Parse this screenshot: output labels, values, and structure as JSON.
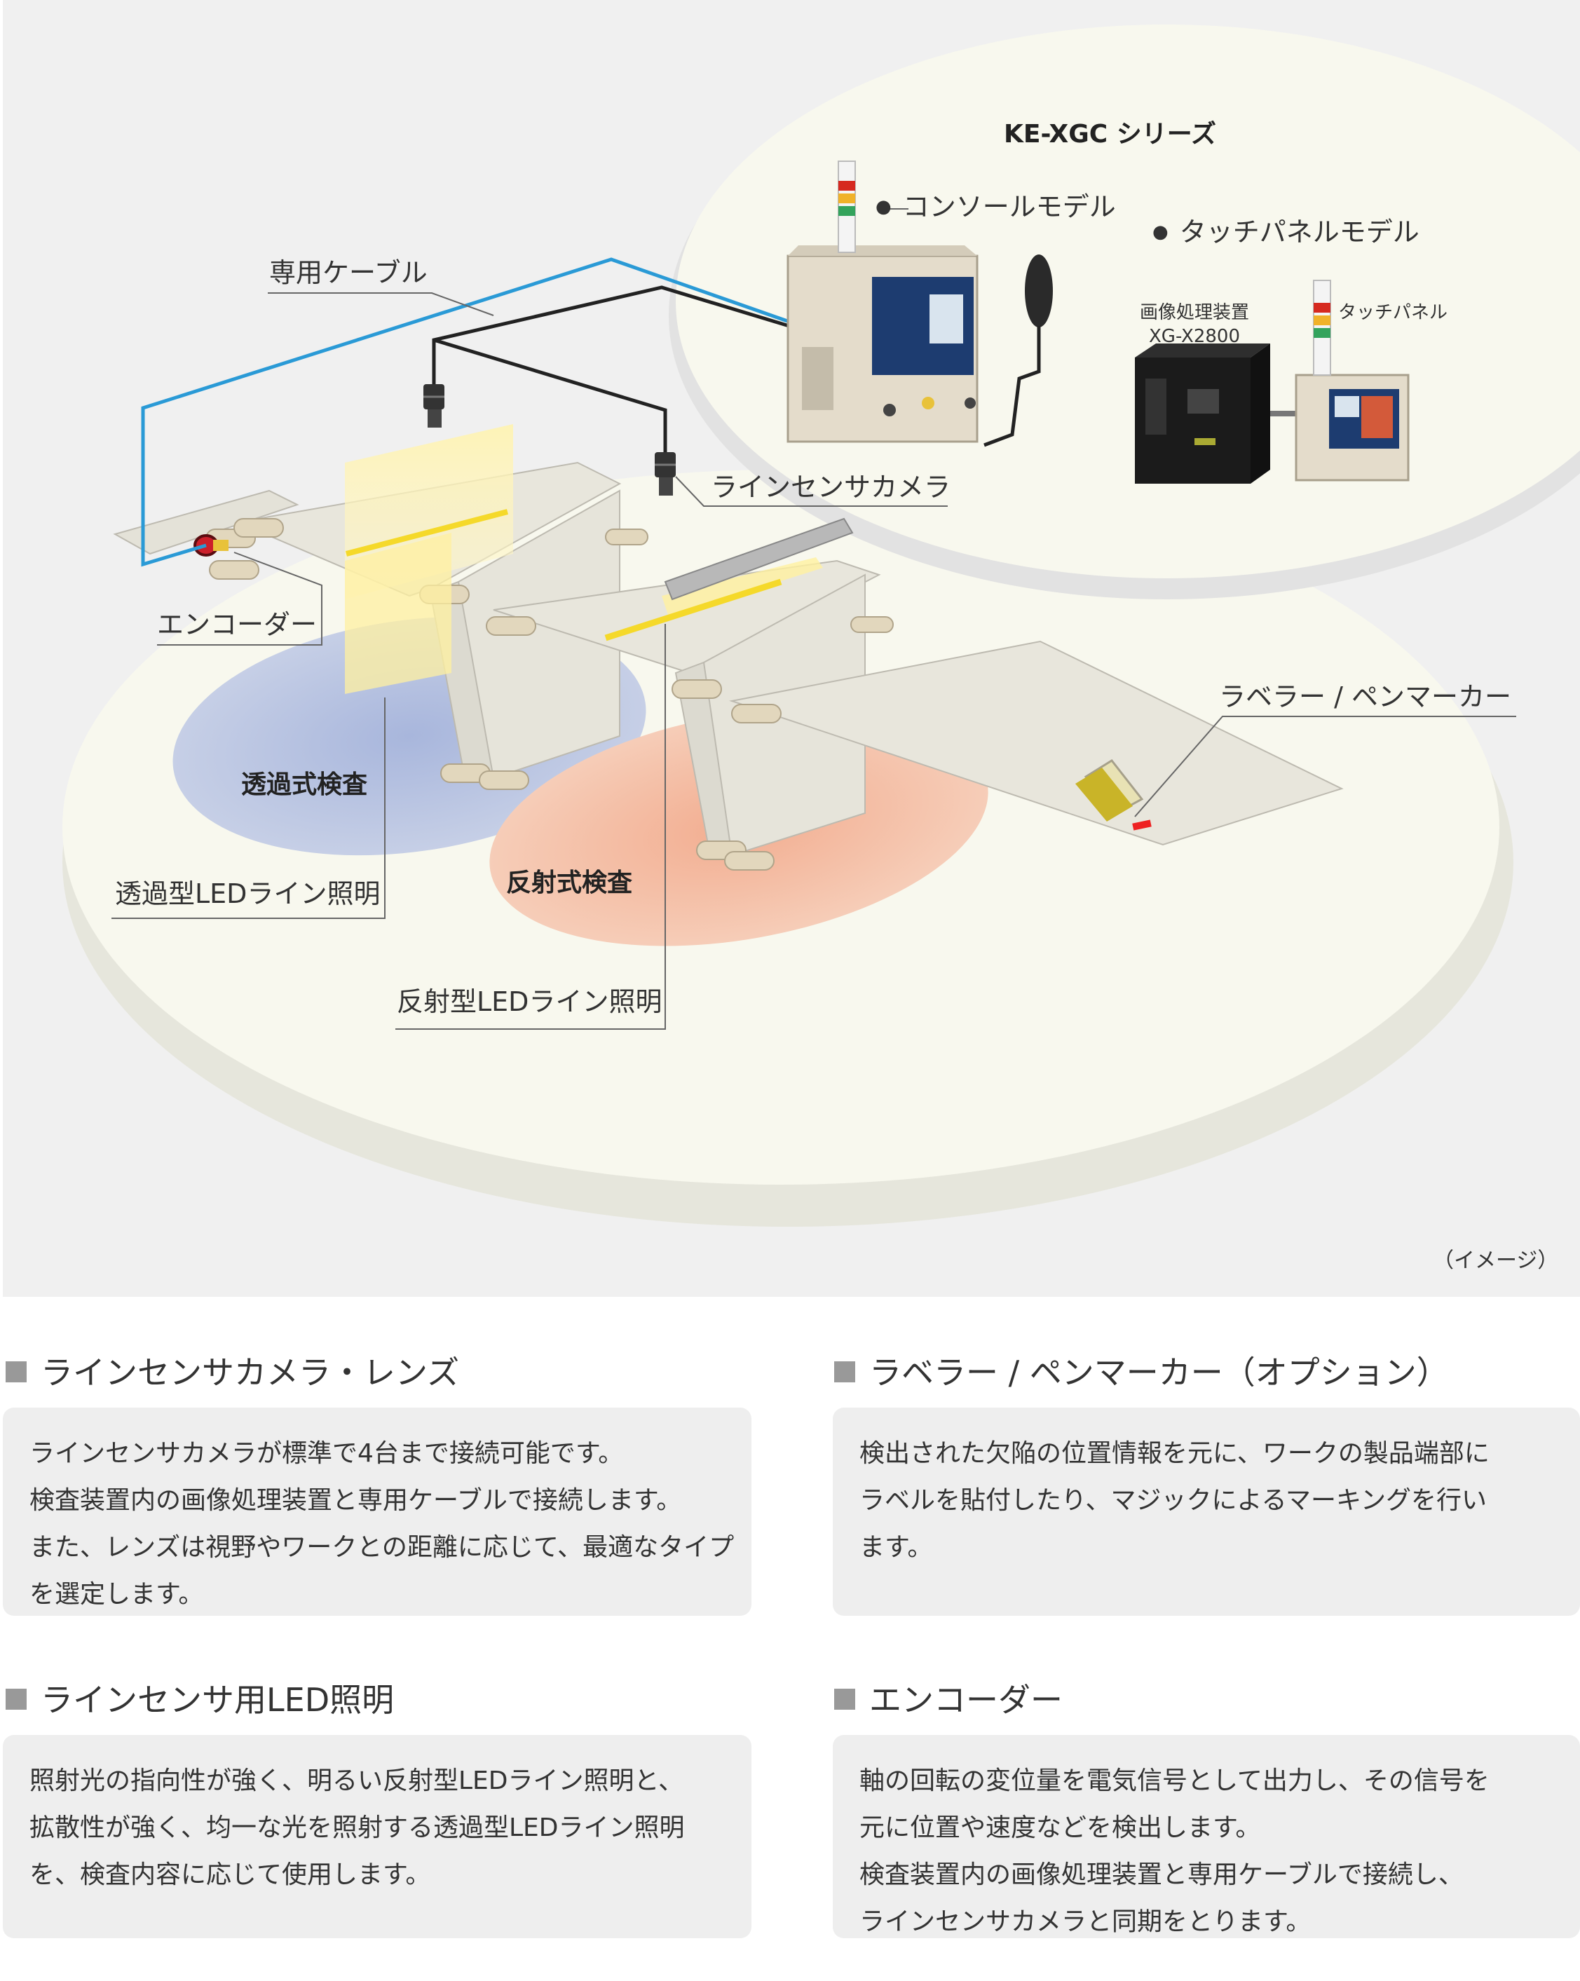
{
  "diagram": {
    "series_title": "KE-XGC シリーズ",
    "console_model": "コンソールモデル",
    "touch_model": "タッチパネルモデル",
    "processor_name": "画像処理装置",
    "processor_model": "XG-X2800",
    "touch_panel": "タッチパネル",
    "cable": "専用ケーブル",
    "camera": "ラインセンサカメラ",
    "encoder": "エンコーダー",
    "labeler": "ラベラー / ペンマーカー",
    "transmission_inspection": "透過式検査",
    "reflection_inspection": "反射式検査",
    "transmission_led": "透過型LEDライン照明",
    "reflection_led": "反射型LEDライン照明",
    "image_note": "（イメージ）",
    "colors": {
      "cable_blue": "#2a9ad6",
      "blue_zone": "#b7c3e0",
      "orange_zone": "#f4bea4",
      "belt": "#e4e2d8",
      "ellipse": "#f8f8ee"
    }
  },
  "sections": [
    {
      "title": "ラインセンサカメラ・レンズ",
      "lines": [
        "ラインセンサカメラが標準で4台まで接続可能です。",
        "検査装置内の画像処理装置と専用ケーブルで接続します。",
        "また、レンズは視野やワークとの距離に応じて、最適なタイプ",
        "を選定します。"
      ]
    },
    {
      "title": "ラベラー / ペンマーカー（オプション）",
      "lines": [
        "検出された欠陥の位置情報を元に、ワークの製品端部に",
        "ラベルを貼付したり、マジックによるマーキングを行い",
        "ます。"
      ]
    },
    {
      "title": "ラインセンサ用LED照明",
      "lines": [
        "照射光の指向性が強く、明るい反射型LEDライン照明と、",
        "拡散性が強く、均一な光を照射する透過型LEDライン照明",
        "を、検査内容に応じて使用します。"
      ]
    },
    {
      "title": "エンコーダー",
      "lines": [
        "軸の回転の変位量を電気信号として出力し、その信号を",
        "元に位置や速度などを検出します。",
        "検査装置内の画像処理装置と専用ケーブルで接続し、",
        "ラインセンサカメラと同期をとります。"
      ]
    }
  ]
}
